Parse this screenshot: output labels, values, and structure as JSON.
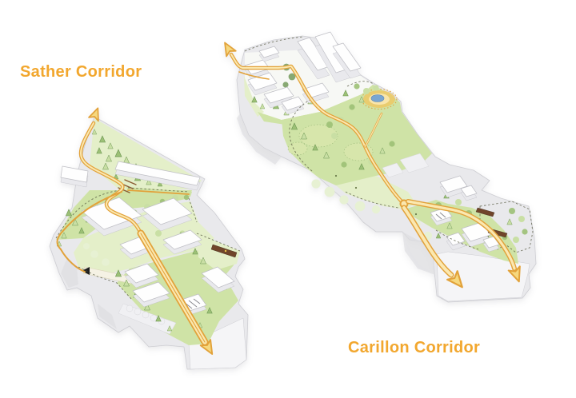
{
  "labels": {
    "sather": "Sather Corridor",
    "carillon": "Carillon Corridor"
  },
  "maps": [
    {
      "id": "sather",
      "label": "Sather Corridor",
      "features": [
        "forested-hill",
        "campus-buildings",
        "corridor-path",
        "up-arrow",
        "down-right-arrow"
      ]
    },
    {
      "id": "carillon",
      "label": "Carillon Corridor",
      "features": [
        "campus-buildings",
        "central-park",
        "pond",
        "corridor-path",
        "up-left-arrow",
        "down-arrow",
        "down-right-arrow"
      ]
    }
  ],
  "colors": {
    "label_gold": "#F2A72E",
    "path_gold": "#E2A23A",
    "path_fill": "#FBE8B0",
    "arrow_fill": "#F6D87E",
    "lawn": "#CFE3A6",
    "lawn_light": "#E4EFC9",
    "mound": "#D8E7AC",
    "tree_mid": "#9CC076",
    "tree_dark": "#6C9552",
    "tree_pale": "#C9DFA4",
    "tree_vpale": "#E7F1D3",
    "building_top": "#FEFEFE",
    "building_side": "#E9E9ED",
    "building_line": "#BFBFC5",
    "slab": "#E9E9EC",
    "slab_front": "#F5F5F7",
    "slab_shade": "#DDDDE1",
    "slab_line": "#CDCDD2",
    "cluster_ground": "#F7F8F5",
    "pond_blue": "#7AA6D1",
    "plaza_gold": "#EFC661",
    "bar_brown": "#70452A",
    "dash_dark": "#4F523A"
  }
}
